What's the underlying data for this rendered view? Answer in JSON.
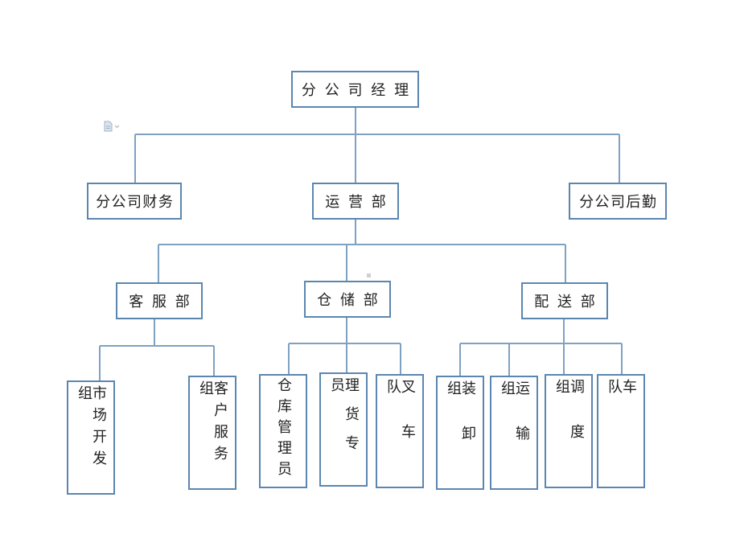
{
  "org_chart": {
    "root": "分公司经理",
    "level2": {
      "left": "分公司财务",
      "center": "运营部",
      "right": "分公司后勤"
    },
    "level3": {
      "left": "客服部",
      "center": "仓储部",
      "right": "配送部"
    },
    "leaves": {
      "market_dev": "市场开发组",
      "customer_service": "客户服务组",
      "warehouse_mgr": "仓库管理员",
      "cargo_clerk": "理货专员",
      "forklift": "叉车队",
      "loading": "装卸组",
      "transport": "运输组",
      "dispatch": "调度组",
      "fleet": "车队"
    }
  },
  "icons": {
    "doc": "document-dropdown-icon"
  },
  "colors": {
    "line": "#5b86b0",
    "border": "#5b86b0",
    "text": "#222222"
  }
}
